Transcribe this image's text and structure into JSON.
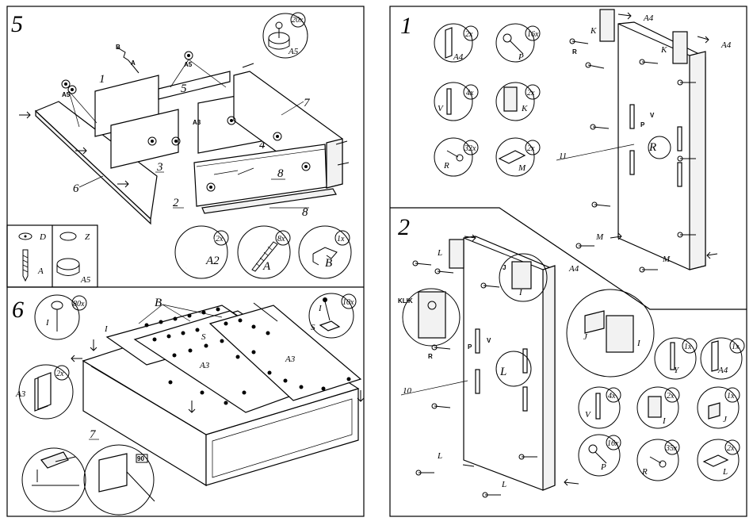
{
  "steps": {
    "s5": {
      "number": "5",
      "hw_qty": "20x",
      "hw_label": "A5",
      "labels": {
        "p1": "1",
        "p5": "5",
        "p7": "7",
        "p6": "6",
        "p3": "3",
        "p2": "2",
        "p4": "4",
        "p8a": "8",
        "p8b": "8",
        "b": "B",
        "a": "A",
        "a5a": "A5",
        "a5b": "A5",
        "a3": "A3",
        "a2": "A2",
        "pA": "A",
        "pB": "B"
      },
      "parts": [
        {
          "label": "A2",
          "qty": "2x"
        },
        {
          "label": "A",
          "qty": "8x"
        },
        {
          "label": "B",
          "qty": "1x"
        }
      ],
      "detail": {
        "d": "D",
        "z": "Z",
        "a": "A",
        "a5": "A5"
      }
    },
    "s6": {
      "number": "6",
      "nail": {
        "label": "I",
        "qty": "80x"
      },
      "clip": {
        "label": "I",
        "label2": "S",
        "qty": "10x"
      },
      "board": {
        "label": "A3",
        "qty": "2x"
      },
      "labels": {
        "b": "B",
        "i": "I",
        "s": "S",
        "a3a": "A3",
        "a3b": "A3",
        "p7": "7"
      },
      "angle": "90"
    },
    "s1": {
      "number": "1",
      "parts": [
        {
          "label": "A4",
          "qty": "2x"
        },
        {
          "label": "P",
          "qty": "16x"
        },
        {
          "label": "V",
          "qty": "4x"
        },
        {
          "label": "K",
          "qty": "2x"
        },
        {
          "label": "R",
          "qty": "32x"
        },
        {
          "label": "M",
          "qty": "2x"
        }
      ],
      "labels": {
        "a4a": "A4",
        "a4b": "A4",
        "k1": "K",
        "k2": "K",
        "r": "R",
        "rBig": "R",
        "p": "P",
        "v": "V",
        "m1": "M",
        "m2": "M",
        "n11": "11"
      }
    },
    "s2": {
      "number": "2",
      "klik": "KLIK",
      "parts": [
        {
          "label": "Y",
          "qty": "1x"
        },
        {
          "label": "A4",
          "qty": "1x"
        },
        {
          "label": "V",
          "qty": "4x"
        },
        {
          "label": "I",
          "qty": "2x"
        },
        {
          "label": "J",
          "qty": "1x"
        },
        {
          "label": "P",
          "qty": "16x"
        },
        {
          "label": "R",
          "qty": "35x"
        },
        {
          "label": "L",
          "qty": "2x"
        }
      ],
      "labels": {
        "a4": "A4",
        "l1": "L",
        "l2": "L",
        "l3": "L",
        "lBig": "L",
        "j1": "J",
        "j2": "J",
        "i1": "I",
        "i2": "I",
        "r": "R",
        "p": "P",
        "v": "V",
        "n10": "10"
      }
    }
  }
}
